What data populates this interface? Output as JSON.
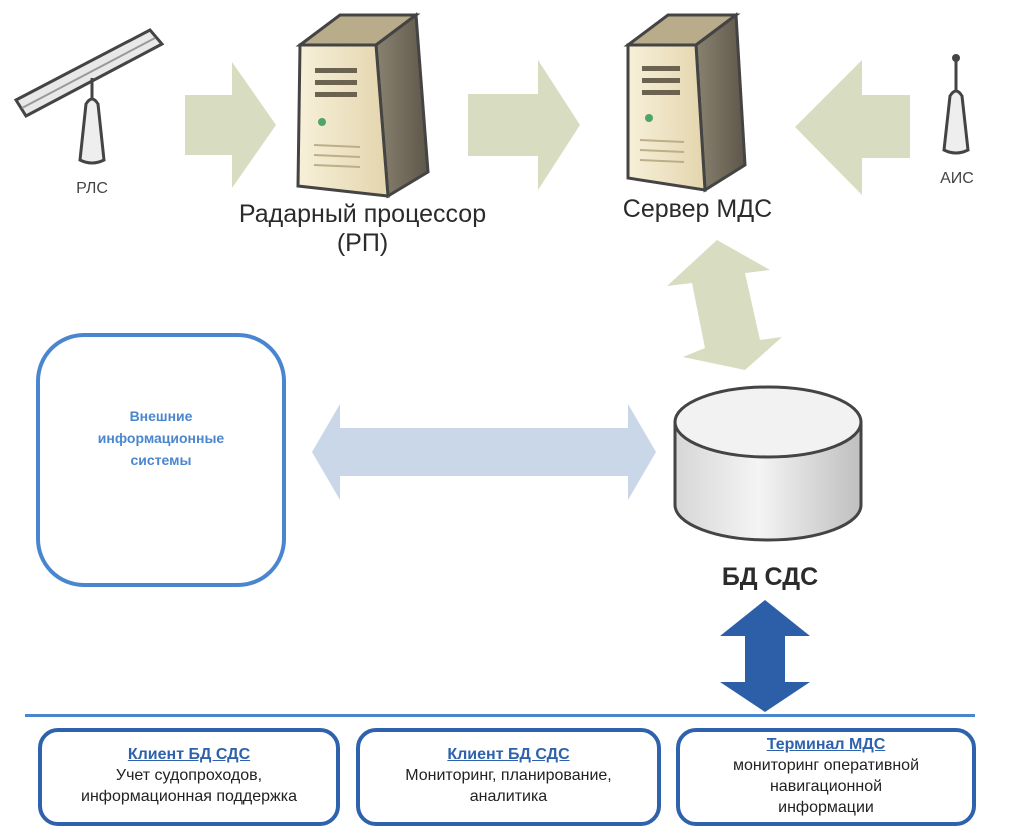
{
  "nodes": {
    "rls": {
      "label": "РЛС"
    },
    "ais": {
      "label": "АИС"
    },
    "radar_processor": {
      "label_line1": "Радарный процессор",
      "label_line2": "(РП)"
    },
    "mds_server": {
      "label": "Сервер МДС"
    },
    "db": {
      "label": "БД СДС"
    },
    "external_systems": {
      "label_line1": "Внешние",
      "label_line2": "информационные",
      "label_line3": "системы"
    }
  },
  "clients": [
    {
      "title": "Клиент БД СДС",
      "line1": "Учет судопроходов,",
      "line2": "информационная поддержка"
    },
    {
      "title": "Клиент БД СДС",
      "line1": "Мониторинг, планирование,",
      "line2": "аналитика"
    },
    {
      "title": "Терминал МДС",
      "line1": "мониторинг оперативной",
      "line2": "навигационной",
      "line3": "информации"
    }
  ],
  "colors": {
    "flow_arrow": "#d8dcc0",
    "external_arrow": "#c9d7e8",
    "client_arrow": "#2c5fa8",
    "box_border": "#4a86cf",
    "client_border": "#2f62ad"
  }
}
